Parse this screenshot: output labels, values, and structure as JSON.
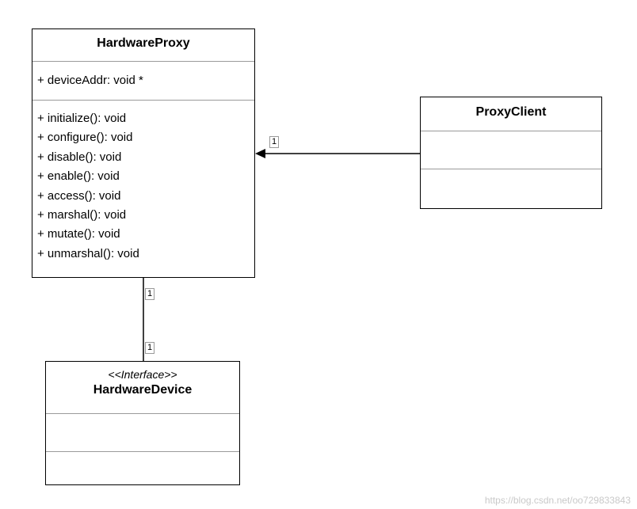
{
  "classes": {
    "hardware_proxy": {
      "name": "HardwareProxy",
      "attributes": [
        "+ deviceAddr: void *"
      ],
      "operations": [
        "+ initialize(): void",
        "+ configure(): void",
        "+ disable(): void",
        "+ enable(): void",
        "+ access(): void",
        "+ marshal(): void",
        "+ mutate(): void",
        "+ unmarshal(): void"
      ]
    },
    "proxy_client": {
      "name": "ProxyClient"
    },
    "hardware_device": {
      "stereotype": "<<Interface>>",
      "name": "HardwareDevice"
    }
  },
  "associations": {
    "client_to_proxy": {
      "multiplicity": "1"
    },
    "proxy_to_device": {
      "source_multiplicity": "1",
      "target_multiplicity": "1"
    }
  },
  "watermark": "https://blog.csdn.net/oo729833843"
}
